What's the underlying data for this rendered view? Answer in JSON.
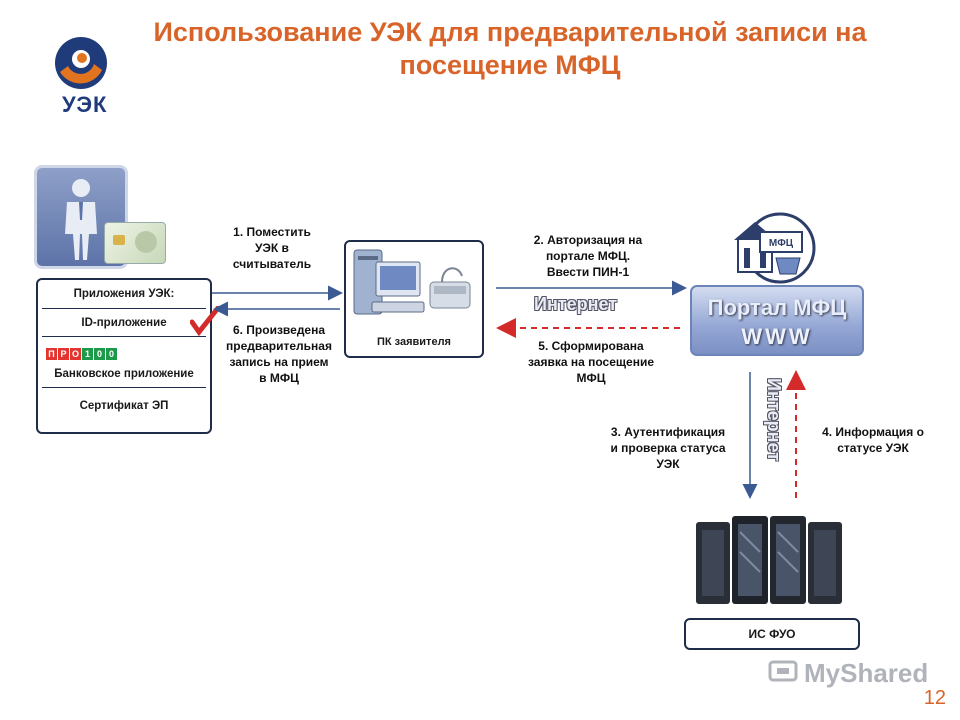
{
  "title_line1": "Использование УЭК для предварительной записи на",
  "title_line2": "посещение МФЦ",
  "logo_text": "УЭК",
  "apps": {
    "header": "Приложения УЭК:",
    "id_app": "ID-приложение",
    "bank_app": "Банковское приложение",
    "cert": "Сертификат ЭП",
    "pro100_letters": [
      "П",
      "Р",
      "О",
      "1",
      "0",
      "0"
    ]
  },
  "pc_label": "ПК заявителя",
  "portal": {
    "title": "Портал МФЦ",
    "www": "WWW",
    "mfc_icon_text": "МФЦ"
  },
  "internet_h": "Интернет",
  "internet_v": "Интернет",
  "is_fuo": "ИС ФУО",
  "steps": {
    "s1": [
      "1. Поместить",
      "УЭК в",
      "считыватель"
    ],
    "s2": [
      "2. Авторизация на",
      "портале МФЦ.",
      "Ввести ПИН-1"
    ],
    "s3": [
      "3. Аутентификация",
      "и проверка статуса",
      "УЭК"
    ],
    "s4": [
      "4. Информация о",
      "статусе УЭК"
    ],
    "s5": [
      "5. Сформирована",
      "заявка на посещение",
      "МФЦ"
    ],
    "s6": [
      "6. Произведена",
      "предварительная",
      "запись на прием",
      "в МФЦ"
    ]
  },
  "watermark": "MyShared",
  "page_number": "12",
  "colors": {
    "title": "#d8642a",
    "arrow_blue": "#3b5a93",
    "arrow_red": "#d42a2a",
    "logo": "#1f3b7a"
  }
}
